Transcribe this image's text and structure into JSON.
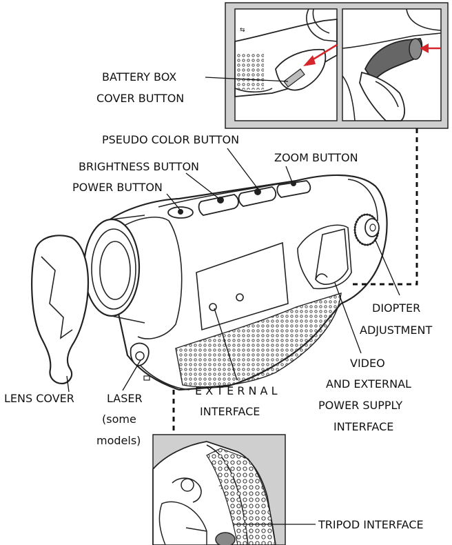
{
  "labels": {
    "battery_box_cover_button": [
      "BATTERY BOX",
      "COVER BUTTON"
    ],
    "pseudo_color_button": "PSEUDO COLOR BUTTON",
    "zoom_button": "ZOOM BUTTON",
    "brightness_button": "BRIGHTNESS BUTTON",
    "power_button": "POWER BUTTON",
    "diopter_adjustment": [
      "DIOPTER",
      "ADJUSTMENT"
    ],
    "video_external_power": [
      "VIDEO",
      "AND EXTERNAL",
      "POWER SUPPLY",
      "INTERFACE"
    ],
    "lens_cover": "LENS COVER",
    "laser": [
      "LASER",
      "(some",
      "models)"
    ],
    "external_interface": [
      "E X T E R N A L",
      "INTERFACE"
    ],
    "tripod_interface": "TRIPOD INTERFACE"
  },
  "colors": {
    "panel_background": "#cfcfcf",
    "arrow": "#d6262b",
    "line": "#111111"
  }
}
